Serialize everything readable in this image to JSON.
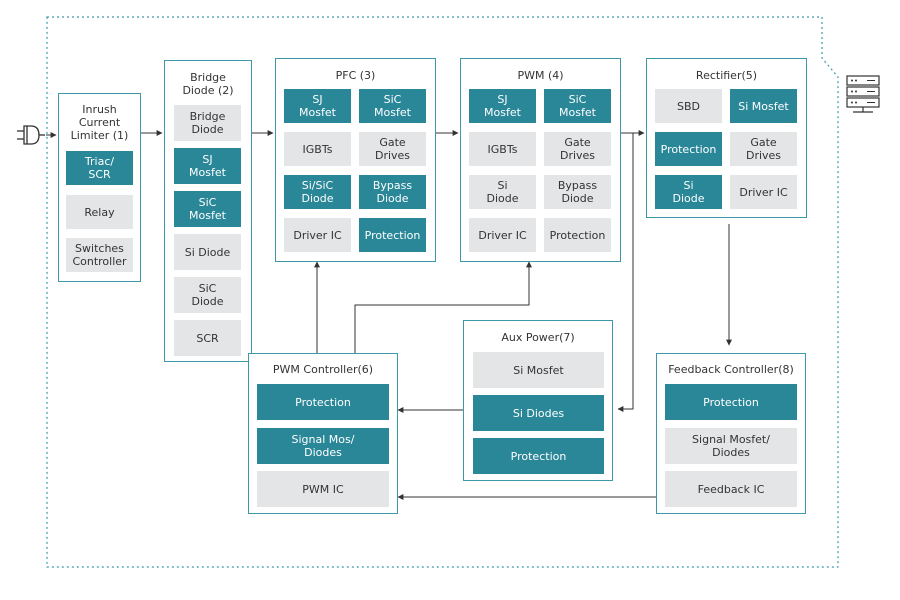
{
  "icons": {
    "plug": "power-plug-icon",
    "server": "server-rack-icon"
  },
  "colors": {
    "teal": "#2a8798",
    "grey": "#e4e5e7",
    "border": "#3d99a9",
    "dotted": "#3d99a9",
    "arrow": "#333333"
  },
  "blocks": {
    "inrush": {
      "title": "Inrush\nCurrent\nLimiter (1)",
      "cells": [
        {
          "label": "Triac/\nSCR",
          "style": "teal"
        },
        {
          "label": "Relay",
          "style": "grey"
        },
        {
          "label": "Switches\nController",
          "style": "grey"
        }
      ]
    },
    "bridge": {
      "title": "Bridge\nDiode (2)",
      "cells": [
        {
          "label": "Bridge\nDiode",
          "style": "grey"
        },
        {
          "label": "SJ\nMosfet",
          "style": "teal"
        },
        {
          "label": "SiC\nMosfet",
          "style": "teal"
        },
        {
          "label": "Si Diode",
          "style": "grey"
        },
        {
          "label": "SiC\nDiode",
          "style": "grey"
        },
        {
          "label": "SCR",
          "style": "grey"
        }
      ]
    },
    "pfc": {
      "title": "PFC (3)",
      "cells": [
        {
          "label": "SJ\nMosfet",
          "style": "teal"
        },
        {
          "label": "SiC\nMosfet",
          "style": "teal"
        },
        {
          "label": "IGBTs",
          "style": "grey"
        },
        {
          "label": "Gate\nDrives",
          "style": "grey"
        },
        {
          "label": "Si/SiC\nDiode",
          "style": "teal"
        },
        {
          "label": "Bypass\nDiode",
          "style": "teal"
        },
        {
          "label": "Driver IC",
          "style": "grey"
        },
        {
          "label": "Protection",
          "style": "teal"
        }
      ]
    },
    "pwm": {
      "title": "PWM (4)",
      "cells": [
        {
          "label": "SJ\nMosfet",
          "style": "teal"
        },
        {
          "label": "SiC\nMosfet",
          "style": "teal"
        },
        {
          "label": "IGBTs",
          "style": "grey"
        },
        {
          "label": "Gate\nDrives",
          "style": "grey"
        },
        {
          "label": "Si\nDiode",
          "style": "grey"
        },
        {
          "label": "Bypass\nDiode",
          "style": "grey"
        },
        {
          "label": "Driver IC",
          "style": "grey"
        },
        {
          "label": "Protection",
          "style": "grey"
        }
      ]
    },
    "rectifier": {
      "title": "Rectifier(5)",
      "cells": [
        {
          "label": "SBD",
          "style": "grey"
        },
        {
          "label": "Si Mosfet",
          "style": "teal"
        },
        {
          "label": "Protection",
          "style": "teal"
        },
        {
          "label": "Gate\nDrives",
          "style": "grey"
        },
        {
          "label": "Si\nDiode",
          "style": "teal"
        },
        {
          "label": "Driver IC",
          "style": "grey"
        }
      ]
    },
    "pwmctrl": {
      "title": "PWM Controller(6)",
      "cells": [
        {
          "label": "Protection",
          "style": "teal"
        },
        {
          "label": "Signal Mos/\nDiodes",
          "style": "teal"
        },
        {
          "label": "PWM IC",
          "style": "grey"
        }
      ]
    },
    "aux": {
      "title": "Aux Power(7)",
      "cells": [
        {
          "label": "Si Mosfet",
          "style": "grey"
        },
        {
          "label": "Si Diodes",
          "style": "teal"
        },
        {
          "label": "Protection",
          "style": "teal"
        }
      ]
    },
    "feedback": {
      "title": "Feedback Controller(8)",
      "cells": [
        {
          "label": "Protection",
          "style": "teal"
        },
        {
          "label": "Signal Mosfet/\nDiodes",
          "style": "grey"
        },
        {
          "label": "Feedback IC",
          "style": "grey"
        }
      ]
    }
  }
}
